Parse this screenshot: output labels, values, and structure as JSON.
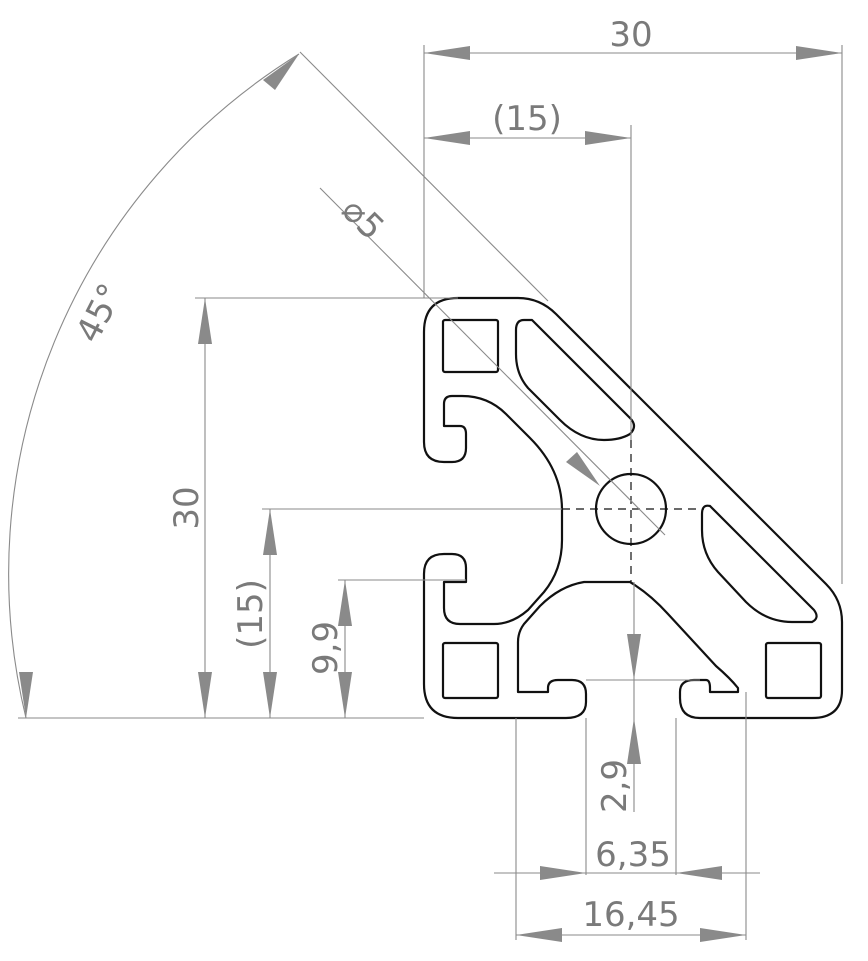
{
  "dimensions": {
    "width_total": "30",
    "width_half": "(15)",
    "hole_diameter": "⌀5",
    "angle": "45°",
    "height_total": "30",
    "height_half": "(15)",
    "slot_height": "9,9",
    "slot_depth": "2,9",
    "slot_opening": "6,35",
    "slot_width": "16,45"
  },
  "colors": {
    "dimension": "#8a8a8a",
    "outline": "#111111",
    "background": "#ffffff"
  }
}
